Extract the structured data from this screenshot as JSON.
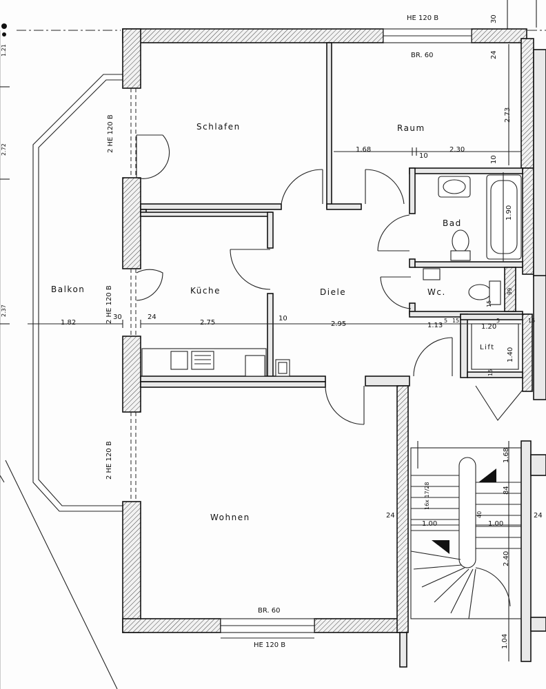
{
  "rooms": {
    "schlafen": "Schlafen",
    "raum": "Raum",
    "bad": "Bad",
    "wc": "Wc.",
    "kueche": "Küche",
    "diele": "Diele",
    "balkon": "Balkon",
    "lift": "Lift",
    "wohnen": "Wohnen"
  },
  "dimensions": {
    "top_beam": "HE 120 B",
    "top_br": "BR. 60",
    "top_thickness": "30",
    "top_right_24": "24",
    "raum_height": "2.73",
    "raum_width_a": "1.68",
    "raum_width_b": "2.30",
    "raum_wall": "10",
    "raum_wall_2": "10",
    "bath_190": "1.90",
    "wc_99": "99",
    "wc_15": "15",
    "diele_wall": "10",
    "diele_width": "2.95",
    "kueche_width": "2.75",
    "kueche_24": "24",
    "balkon_30": "30",
    "balkon_182": "1.82",
    "lift_113": "1.13",
    "lift_5": "5",
    "lift_15": "15",
    "lift_120": "1.20",
    "lift_5b": "5",
    "lift_140": "1.40",
    "lift_15b": "15",
    "lift_15c": "15",
    "stair_168": "1.68",
    "stair_84": "84",
    "stair_steps": "16x 17/28",
    "stair_40": "40",
    "stair_100a": "1.00",
    "stair_100b": "1.00",
    "stair_240": "2.40",
    "stair_104": "1.04",
    "stair_24": "24",
    "stair_24b": "24",
    "bottom_br": "BR. 60",
    "bottom_beam": "HE 120 B",
    "left_beam_1": "2 HE 120 B",
    "left_beam_2": "2 HE 120 B",
    "left_beam_3": "2 HE 120 B",
    "edge_272": "2.72",
    "edge_237": "2.37",
    "edge_121": "1.21"
  }
}
